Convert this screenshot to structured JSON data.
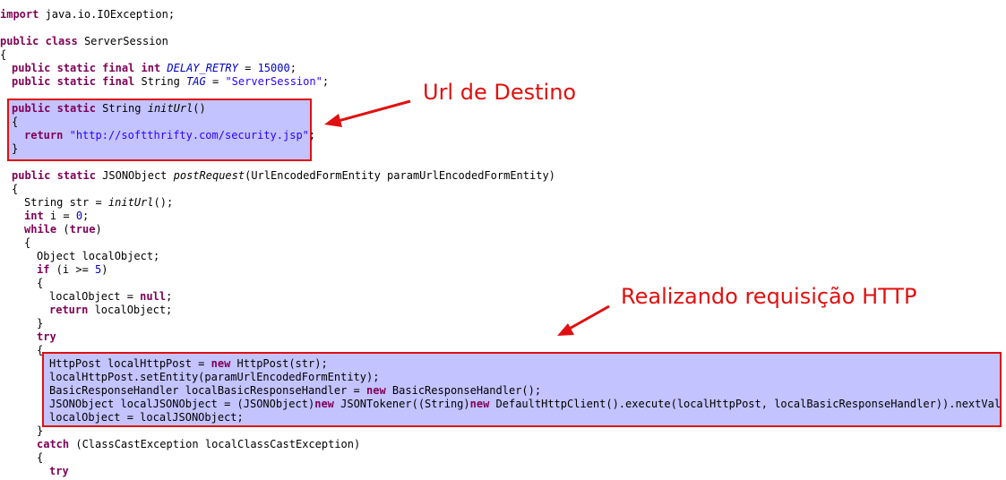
{
  "annotations": {
    "url_label": "Url de Destino",
    "request_label": "Realizando requisição HTTP"
  },
  "colors": {
    "keyword": "#7f0055",
    "string": "#2a00ff",
    "number": "#0000c0",
    "highlight": "#c3c3ff",
    "annotation": "#e01010"
  },
  "code": {
    "l1": {
      "kw": "import",
      "t": " java.io.IOException;"
    },
    "l2": {
      "kw1": "public",
      "kw2": "class",
      "t": " ServerSession"
    },
    "l3": {
      "t": "{"
    },
    "l4": {
      "kw": "public static final int",
      "name": "DELAY_RETRY",
      "eq": " = ",
      "num": "15000",
      "end": ";"
    },
    "l5": {
      "kw": "public static final",
      "t1": " String ",
      "name": "TAG",
      "eq": " = ",
      "str": "\"ServerSession\"",
      "end": ";"
    },
    "l6": {
      "kw": "public static",
      "t1": " String ",
      "name": "initUrl",
      "t2": "()"
    },
    "l7": {
      "t": "{"
    },
    "l8": {
      "kw": "return",
      "str": "\"http://softthrifty.com/security.jsp\"",
      "end": ";"
    },
    "l9": {
      "t": "}"
    },
    "l10": {
      "kw": "public static",
      "t1": " JSONObject ",
      "name": "postRequest",
      "t2": "(UrlEncodedFormEntity paramUrlEncodedFormEntity)"
    },
    "l11": {
      "t": "{"
    },
    "l12": {
      "t1": "String str = ",
      "name": "initUrl",
      "t2": "();"
    },
    "l13": {
      "kw": "int",
      "t1": " i = ",
      "num": "0",
      "end": ";"
    },
    "l14": {
      "kw1": "while",
      "t1": " (",
      "kw2": "true",
      "t2": ")"
    },
    "l15": {
      "t": "{"
    },
    "l16": {
      "t": "Object localObject;"
    },
    "l17": {
      "kw": "if",
      "t1": " (i >= ",
      "num": "5",
      "t2": ")"
    },
    "l18": {
      "t": "{"
    },
    "l19": {
      "t1": "localObject = ",
      "kw": "null",
      "t2": ";"
    },
    "l20": {
      "kw": "return",
      "t": " localObject;"
    },
    "l21": {
      "t": "}"
    },
    "l22": {
      "kw": "try"
    },
    "l23": {
      "t": "{"
    },
    "l24": {
      "t1": "HttpPost localHttpPost = ",
      "kw": "new",
      "t2": " HttpPost(str);"
    },
    "l25": {
      "t": "localHttpPost.setEntity(paramUrlEncodedFormEntity);"
    },
    "l26": {
      "t1": "BasicResponseHandler localBasicResponseHandler = ",
      "kw": "new",
      "t2": " BasicResponseHandler();"
    },
    "l27": {
      "t1": "JSONObject localJSONObject = (JSONObject)",
      "kw1": "new",
      "t2": " JSONTokener((String)",
      "kw2": "new",
      "t3": " DefaultHttpClient().execute(localHttpPost, localBasicResponseHandler)).nextValue();"
    },
    "l28": {
      "t": "localObject = localJSONObject;"
    },
    "l29": {
      "t": "}"
    },
    "l30": {
      "kw": "catch",
      "t": " (ClassCastException localClassCastException)"
    },
    "l31": {
      "t": "{"
    },
    "l32": {
      "kw": "try"
    }
  }
}
